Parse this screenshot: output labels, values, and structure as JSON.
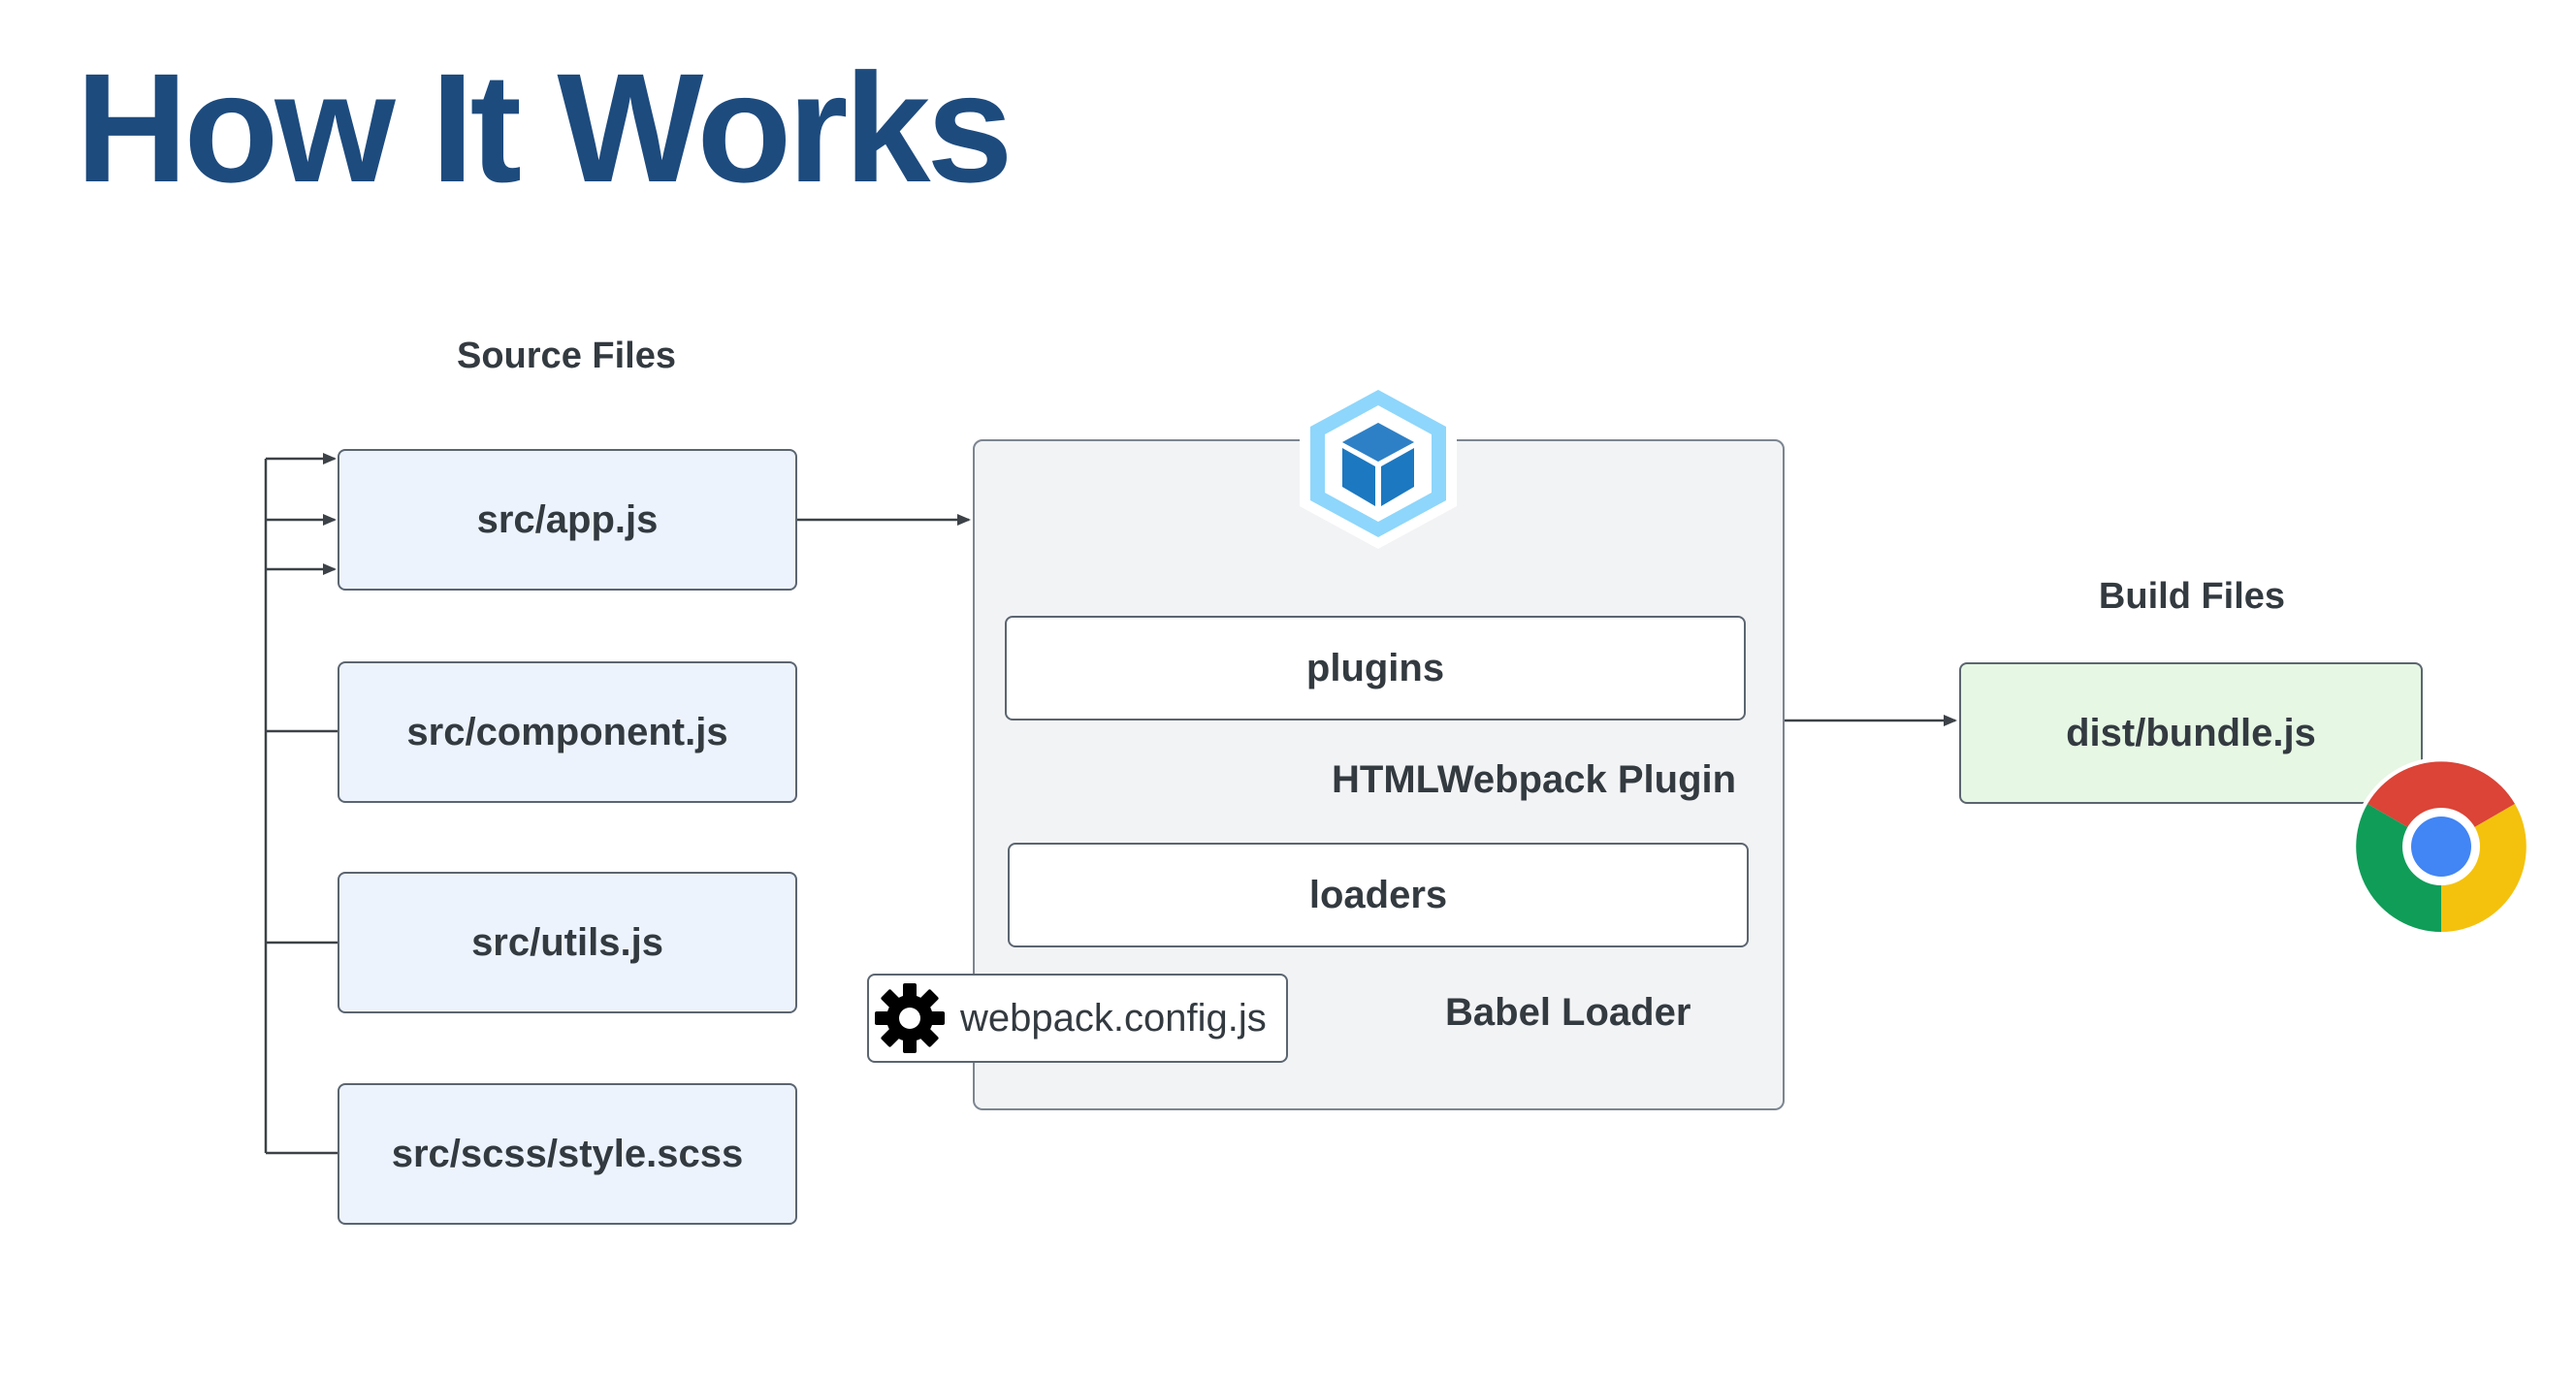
{
  "title": "How It Works",
  "source": {
    "heading": "Source Files",
    "files": [
      "src/app.js",
      "src/component.js",
      "src/utils.js",
      "src/scss/style.scss"
    ]
  },
  "webpack": {
    "logo_icon": "webpack-cube-icon",
    "plugins_label": "plugins",
    "plugin_item": "HTMLWebpack Plugin",
    "loaders_label": "loaders",
    "loader_item": "Babel Loader",
    "config_icon": "gear-icon",
    "config_label": "webpack.config.js"
  },
  "build": {
    "heading": "Build Files",
    "file": "dist/bundle.js",
    "browser_icon": "chrome-icon"
  },
  "colors": {
    "title": "#1d4b7e",
    "source_fill": "#edf3fd",
    "build_fill": "#e6f7e4",
    "panel_fill": "#f2f3f5",
    "connector": "#3c4247"
  }
}
